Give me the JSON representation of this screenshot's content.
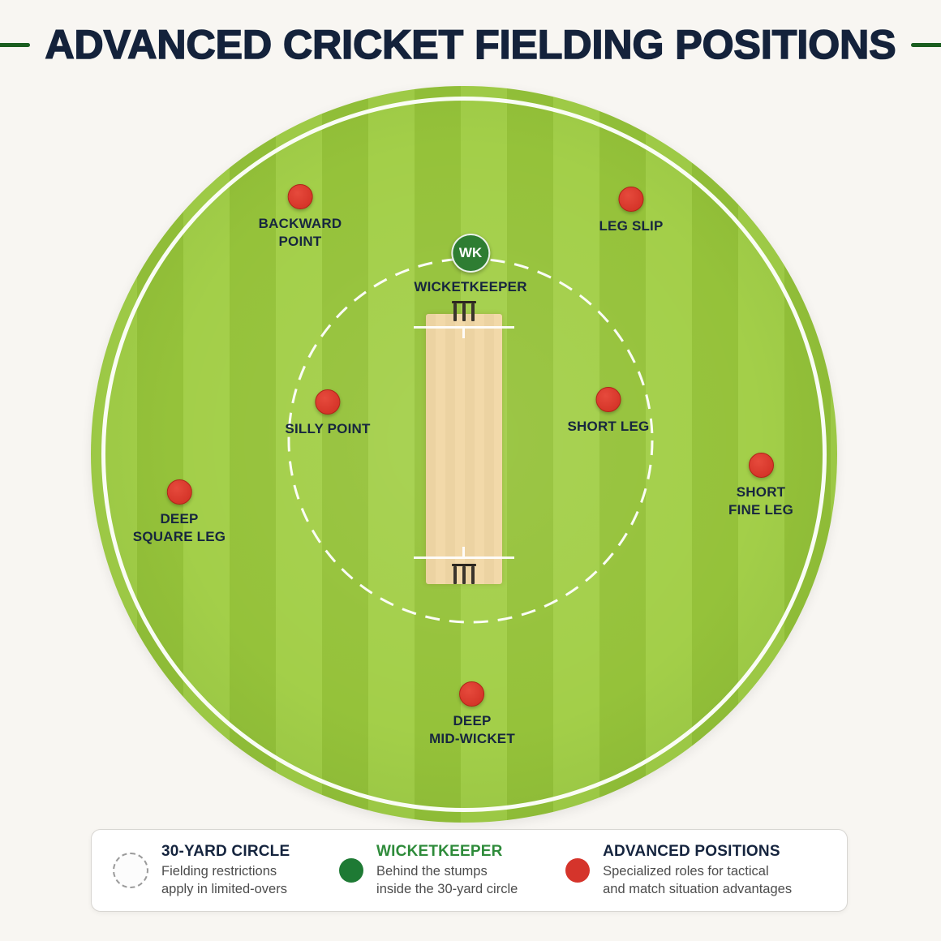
{
  "title": "ADVANCED CRICKET FIELDING POSITIONS",
  "field": {
    "wicketkeeper": {
      "abbr": "WK",
      "label": "WICKETKEEPER"
    },
    "positions": [
      {
        "id": "backward-point",
        "label": "BACKWARD\nPOINT"
      },
      {
        "id": "leg-slip",
        "label": "LEG SLIP"
      },
      {
        "id": "silly-point",
        "label": "SILLY POINT"
      },
      {
        "id": "short-leg",
        "label": "SHORT LEG"
      },
      {
        "id": "deep-square-leg",
        "label": "DEEP\nSQUARE LEG"
      },
      {
        "id": "short-fine-leg",
        "label": "SHORT\nFINE LEG"
      },
      {
        "id": "deep-mid-wicket",
        "label": "DEEP\nMID-WICKET"
      }
    ]
  },
  "legend": {
    "items": [
      {
        "icon": "dashed-circle",
        "title": "30-YARD CIRCLE",
        "desc": "Fielding restrictions\napply in limited-overs"
      },
      {
        "icon": "green-dot",
        "title": "WICKETKEEPER",
        "desc": "Behind the stumps\ninside the 30-yard circle"
      },
      {
        "icon": "red-dot",
        "title": "ADVANCED POSITIONS",
        "desc": "Specialized roles for tactical\nand match situation advantages"
      }
    ]
  },
  "colors": {
    "field_green_light": "#a3cf49",
    "field_green_dark": "#95c23a",
    "marker_red": "#d5342b",
    "wicketkeeper_green": "#2e7d32",
    "title_navy": "#14223b",
    "legend_green_title": "#2e8b3a"
  }
}
